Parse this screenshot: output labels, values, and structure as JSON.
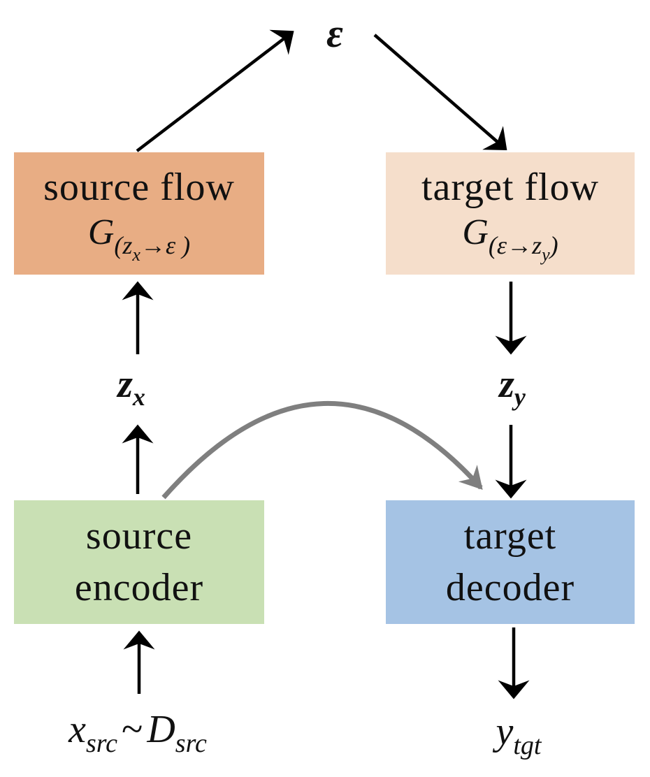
{
  "diagram": {
    "noise": {
      "symbol": "ε"
    },
    "source_flow": {
      "title": "source flow",
      "formula": {
        "base": "G",
        "open": "(",
        "z": "z",
        "z_sub": "x",
        "arrow": "→",
        "eps": "ε",
        "close": " )"
      },
      "color": "#E8AD84"
    },
    "target_flow": {
      "title": "target flow",
      "formula": {
        "base": "G",
        "open": "(",
        "eps": "ε",
        "arrow": "→",
        "z": "z",
        "z_sub": "y",
        "close": ")"
      },
      "color": "#F5DECB"
    },
    "source_encoder": {
      "line1": "source",
      "line2": "encoder",
      "color": "#C9E0B4"
    },
    "target_decoder": {
      "line1": "target",
      "line2": "decoder",
      "color": "#A5C3E4"
    },
    "latent_source": {
      "base": "z",
      "sub": "x"
    },
    "latent_target": {
      "base": "z",
      "sub": "y"
    },
    "input_label": {
      "var": "x",
      "var_sub": "src",
      "tilde": "~",
      "dist": "D",
      "dist_sub": "src"
    },
    "output_label": {
      "var": "y",
      "var_sub": "tgt"
    },
    "colors": {
      "arrow": "#000000",
      "skip_arrow": "#7F7F7F",
      "text": "#111111"
    }
  }
}
